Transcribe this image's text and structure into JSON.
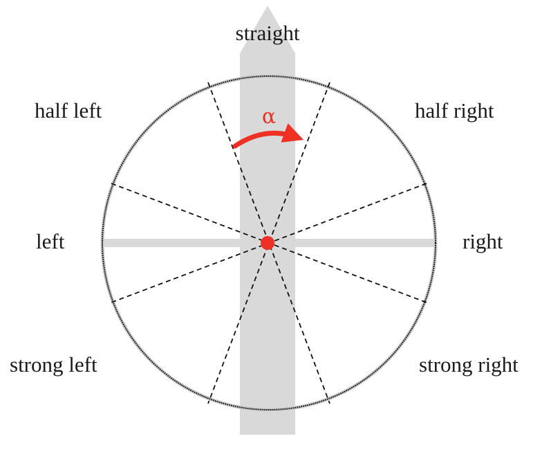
{
  "labels": {
    "straight": "straight",
    "half_left": "half left",
    "half_right": "half right",
    "left": "left",
    "right": "right",
    "strong_left": "strong left",
    "strong_right": "strong right",
    "angle_symbol": "α"
  },
  "colors": {
    "band": "#d9d9d9",
    "circle_stroke": "#222222",
    "dashed_line": "#111111",
    "accent": "#ee3124"
  }
}
